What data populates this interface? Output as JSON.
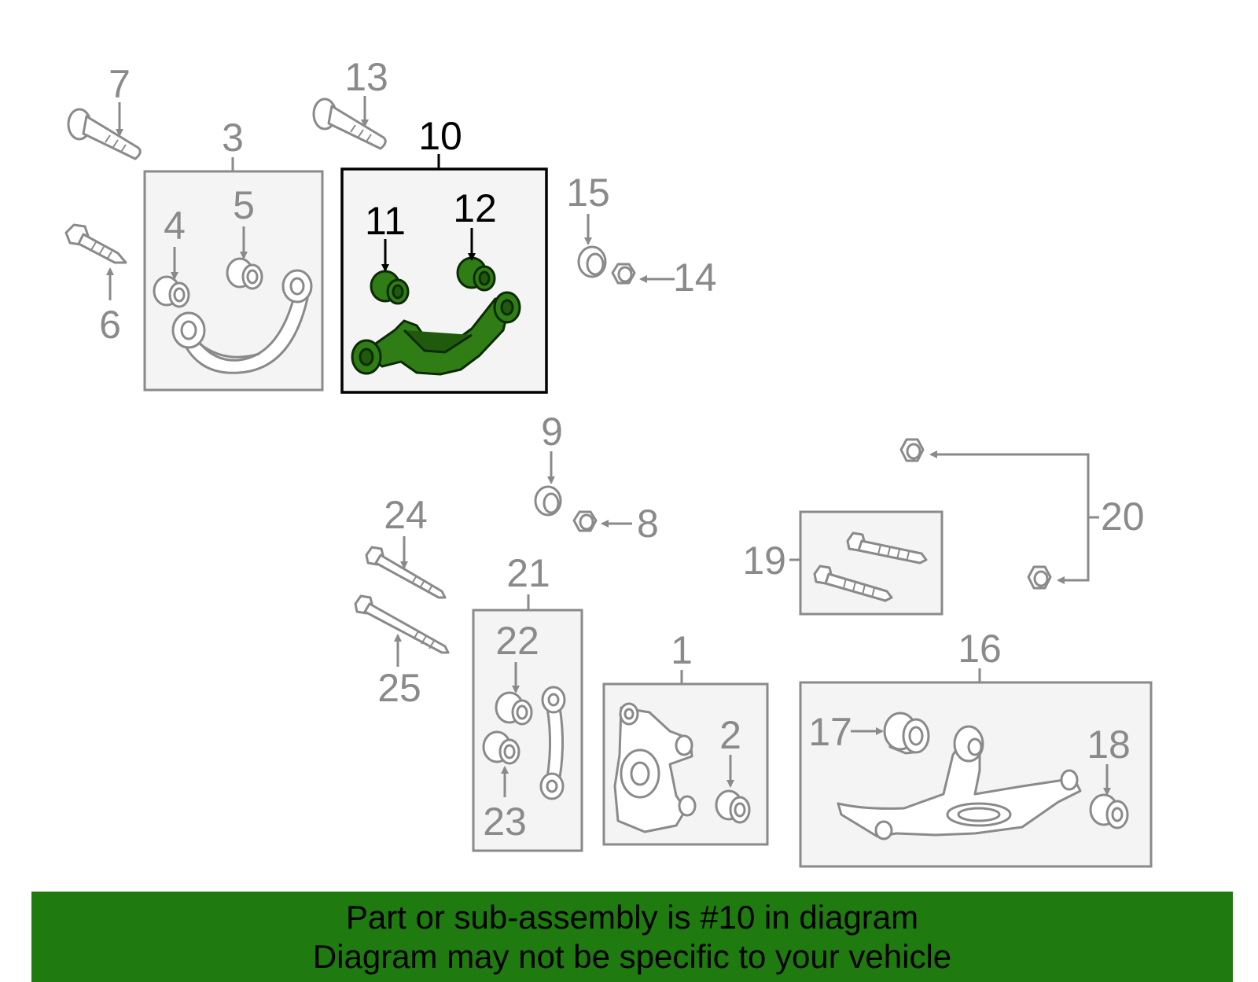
{
  "callouts": {
    "c1": "1",
    "c2": "2",
    "c3": "3",
    "c4": "4",
    "c5": "5",
    "c6": "6",
    "c7": "7",
    "c8": "8",
    "c9": "9",
    "c10": "10",
    "c11": "11",
    "c12": "12",
    "c13": "13",
    "c14": "14",
    "c15": "15",
    "c16": "16",
    "c17": "17",
    "c18": "18",
    "c19": "19",
    "c20": "20",
    "c21": "21",
    "c22": "22",
    "c23": "23",
    "c24": "24",
    "c25": "25"
  },
  "highlight": {
    "color": "#2f7d14"
  },
  "banner": {
    "line1": "Part or sub-assembly is #10 in diagram",
    "line2": "Diagram may not be specific to your vehicle",
    "color": "#1f7a10"
  }
}
